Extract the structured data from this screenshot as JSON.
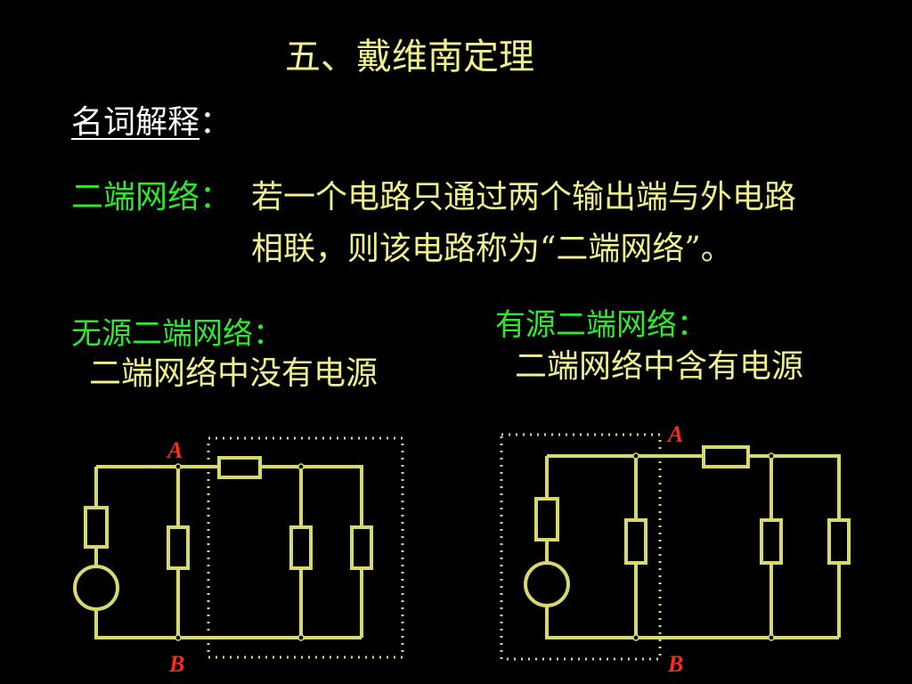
{
  "slide": {
    "title": "五、戴维南定理",
    "glossary_label": "名词解释",
    "glossary_colon": "：",
    "term": "二端网络：",
    "definition_line1": "若一个电路只通过两个输出端与外电路",
    "definition_line2": "相联，则该电路称为“二端网络”。",
    "passive": {
      "heading": "无源二端网络：",
      "description": "二端网络中没有电源",
      "terminal_top": "A",
      "terminal_bottom": "B"
    },
    "active": {
      "heading": "有源二端网络：",
      "description": "二端网络中含有电源",
      "terminal_top": "A",
      "terminal_bottom": "B"
    }
  },
  "colors": {
    "background": "#000000",
    "title_text": "#f0f08c",
    "term_green": "#2ee82e",
    "body_text": "#f0f08c",
    "wire": "#d8d870",
    "terminal_label": "#ff2a1a",
    "dotted_box": "#d8d870"
  }
}
